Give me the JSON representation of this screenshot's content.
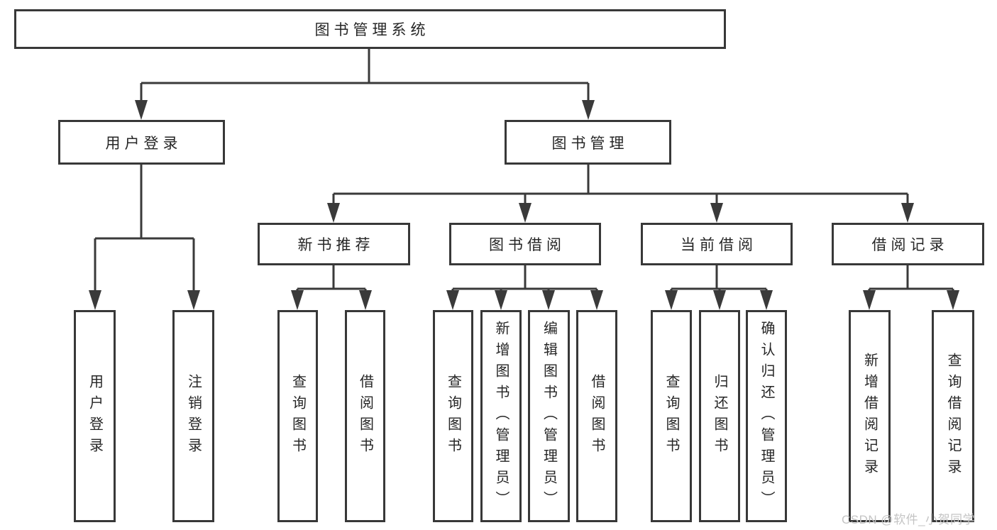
{
  "diagram": {
    "type": "tree",
    "root": {
      "label": "图书管理系统",
      "children": [
        {
          "label": "用户登录",
          "children": [
            {
              "label": "用户登录"
            },
            {
              "label": "注销登录"
            }
          ]
        },
        {
          "label": "图书管理",
          "children": [
            {
              "label": "新书推荐",
              "children": [
                {
                  "label": "查询图书"
                },
                {
                  "label": "借阅图书"
                }
              ]
            },
            {
              "label": "图书借阅",
              "children": [
                {
                  "label": "查询图书"
                },
                {
                  "label": "新增图书（管理员）"
                },
                {
                  "label": "编辑图书（管理员）"
                },
                {
                  "label": "借阅图书"
                }
              ]
            },
            {
              "label": "当前借阅",
              "children": [
                {
                  "label": "查询图书"
                },
                {
                  "label": "归还图书"
                },
                {
                  "label": "确认归还（管理员）"
                }
              ]
            },
            {
              "label": "借阅记录",
              "children": [
                {
                  "label": "新增借阅记录"
                },
                {
                  "label": "查询借阅记录"
                }
              ]
            }
          ]
        }
      ]
    }
  },
  "watermark": {
    "text": "CSDN @软件_小贺同学"
  },
  "colors": {
    "line": "#3a3a3a",
    "box_border": "#383838",
    "text": "#262626",
    "background": "#ffffff",
    "watermark": "#c4c4c4"
  }
}
